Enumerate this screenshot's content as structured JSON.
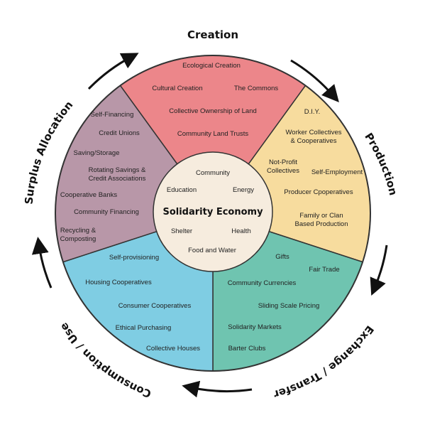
{
  "colors": {
    "creation": "#ec868a",
    "production": "#f7dc9e",
    "exchange": "#6fc4b0",
    "consumption": "#7fcde3",
    "surplus": "#b897a8",
    "center": "#f6ecde",
    "outline": "#333333"
  },
  "ring_labels": {
    "creation": "Creation",
    "production": "Production",
    "exchange": "Exchange / Transfer",
    "consumption": "Consumption / Use",
    "surplus": "Surplus Allocation"
  },
  "center": {
    "title": "Solidarity Economy",
    "items": [
      "Community",
      "Education",
      "Energy",
      "Shelter",
      "Health",
      "Food and Water"
    ]
  },
  "sectors": {
    "creation": [
      "Ecological Creation",
      "Cultural Creation",
      "The Commons",
      "Collective Ownership of Land",
      "Community Land Trusts"
    ],
    "production": [
      "D.I.Y.",
      "Worker Collectives",
      "& Cooperatives",
      "Not-Profit",
      "Collectives",
      "Self-Employment",
      "Producer Cpoperatives",
      "Family or Clan",
      "Based Production"
    ],
    "exchange": [
      "Gifts",
      "Fair Trade",
      "Community Currencies",
      "Sliding Scale Pricing",
      "Solidarity Markets",
      "Barter Clubs"
    ],
    "consumption": [
      "Self-provisioning",
      "Housing Cooperatives",
      "Consumer Cooperatives",
      "Ethical Purchasing",
      "Collective Houses"
    ],
    "surplus": [
      "Self-Financing",
      "Credit Unions",
      "Saving/Storage",
      "Rotating Savings &",
      "Credit Associations",
      "Cooperative Banks",
      "Community Financing",
      "Recycling &",
      "Composting"
    ]
  }
}
